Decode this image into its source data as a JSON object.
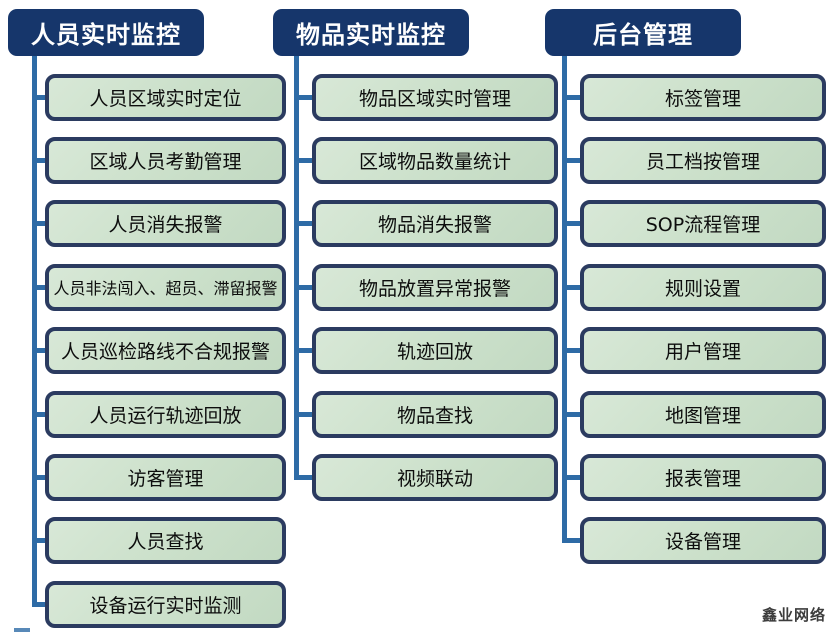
{
  "diagram": {
    "columns": [
      {
        "header": "人员实时监控",
        "items": [
          "人员区域实时定位",
          "区域人员考勤管理",
          "人员消失报警",
          "人员非法闯入、超员、滞留报警",
          "人员巡检路线不合规报警",
          "人员运行轨迹回放",
          "访客管理",
          "人员查找",
          "设备运行实时监测"
        ]
      },
      {
        "header": "物品实时监控",
        "items": [
          "物品区域实时管理",
          "区域物品数量统计",
          "物品消失报警",
          "物品放置异常报警",
          "轨迹回放",
          "物品查找",
          "视频联动"
        ]
      },
      {
        "header": "后台管理",
        "items": [
          "标签管理",
          "员工档按管理",
          "SOP流程管理",
          "规则设置",
          "用户管理",
          "地图管理",
          "报表管理",
          "设备管理"
        ]
      }
    ]
  },
  "watermark": "鑫业网络",
  "colors": {
    "header_bg": "#16366b",
    "header_text": "#ffffff",
    "node_bg": "#cbe0ca",
    "node_border": "#2b3b60",
    "connector": "#2e6ba6",
    "watermark_text": "#3c3c3c"
  }
}
